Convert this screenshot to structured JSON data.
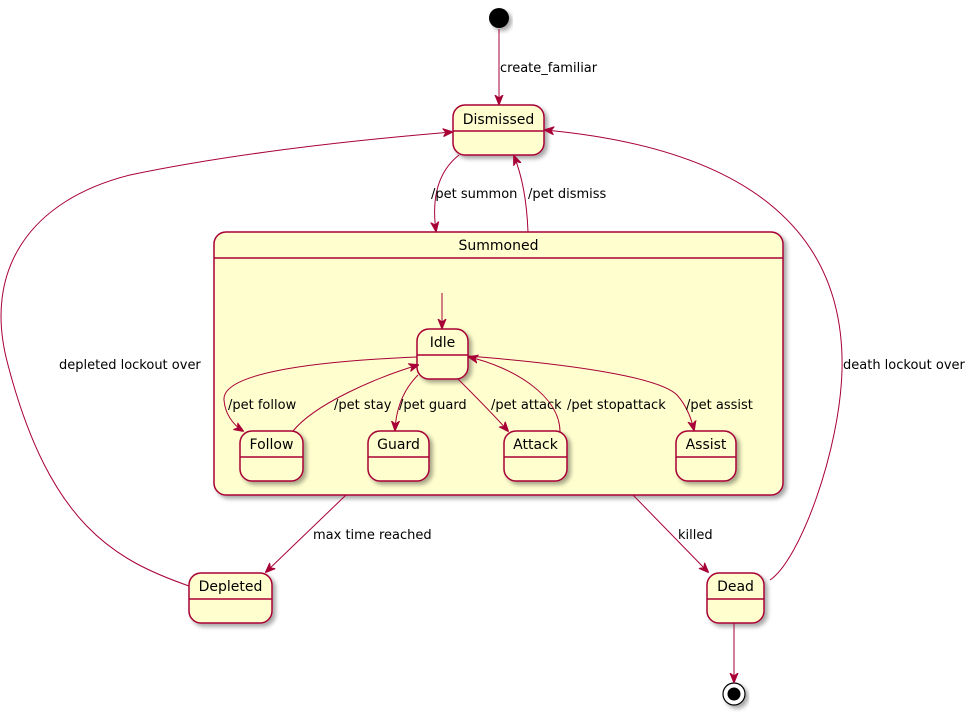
{
  "diagram": {
    "states": {
      "dismissed": "Dismissed",
      "summoned": "Summoned",
      "idle": "Idle",
      "follow": "Follow",
      "guard": "Guard",
      "attack": "Attack",
      "assist": "Assist",
      "depleted": "Depleted",
      "dead": "Dead"
    },
    "transitions": {
      "create_familiar": "create_familiar",
      "pet_summon": "/pet summon",
      "pet_dismiss": "/pet dismiss",
      "pet_follow": "/pet follow",
      "pet_stay": "/pet stay",
      "pet_guard": "/pet guard",
      "pet_attack": "/pet attack",
      "pet_stopattack": "/pet stopattack",
      "pet_assist": "/pet assist",
      "max_time_reached": "max time reached",
      "killed": "killed",
      "depleted_lockout_over": "depleted lockout over",
      "death_lockout_over": "death lockout over"
    },
    "colors": {
      "state_fill": "#FEFECE",
      "border": "#A80036",
      "pseudostate": "#000000"
    }
  }
}
